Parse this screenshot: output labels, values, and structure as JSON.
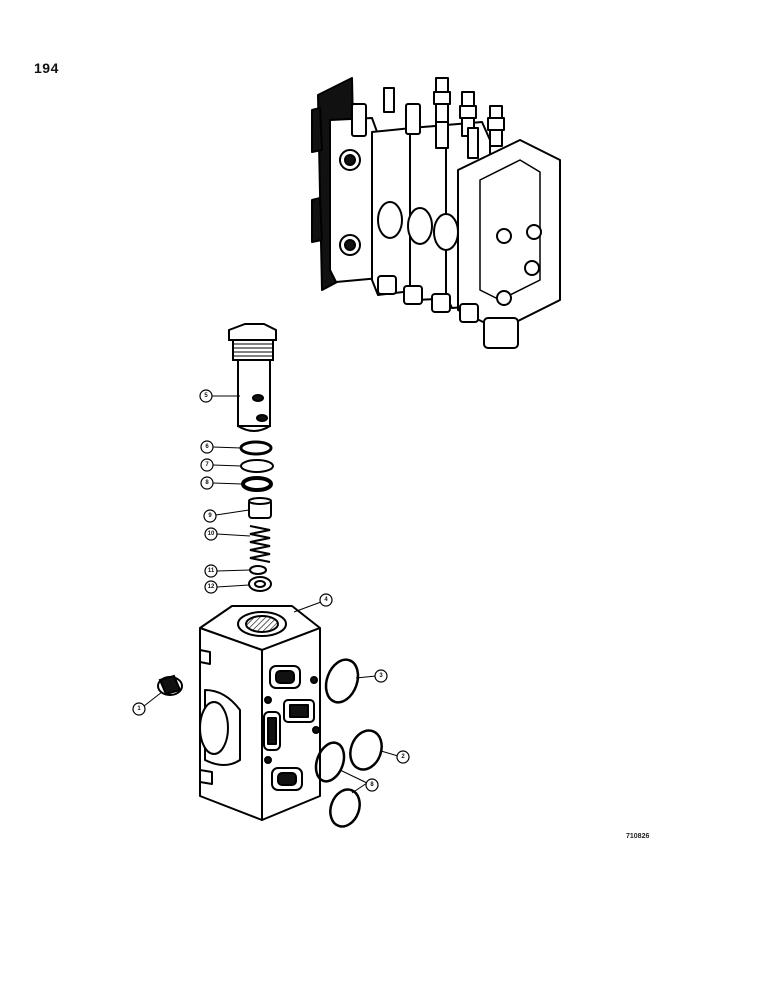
{
  "page_number": "194",
  "figure_code": "710826",
  "callouts": [
    {
      "id": "c1",
      "label": "1"
    },
    {
      "id": "c2",
      "label": "2"
    },
    {
      "id": "c3",
      "label": "3"
    },
    {
      "id": "c4",
      "label": "4"
    },
    {
      "id": "c5",
      "label": "5"
    },
    {
      "id": "c6",
      "label": "6"
    },
    {
      "id": "c7",
      "label": "7"
    },
    {
      "id": "c8",
      "label": "8"
    },
    {
      "id": "c9",
      "label": "9"
    },
    {
      "id": "c10",
      "label": "10"
    },
    {
      "id": "c11",
      "label": "11"
    },
    {
      "id": "c12",
      "label": "12"
    },
    {
      "id": "c13",
      "label": "8"
    }
  ]
}
